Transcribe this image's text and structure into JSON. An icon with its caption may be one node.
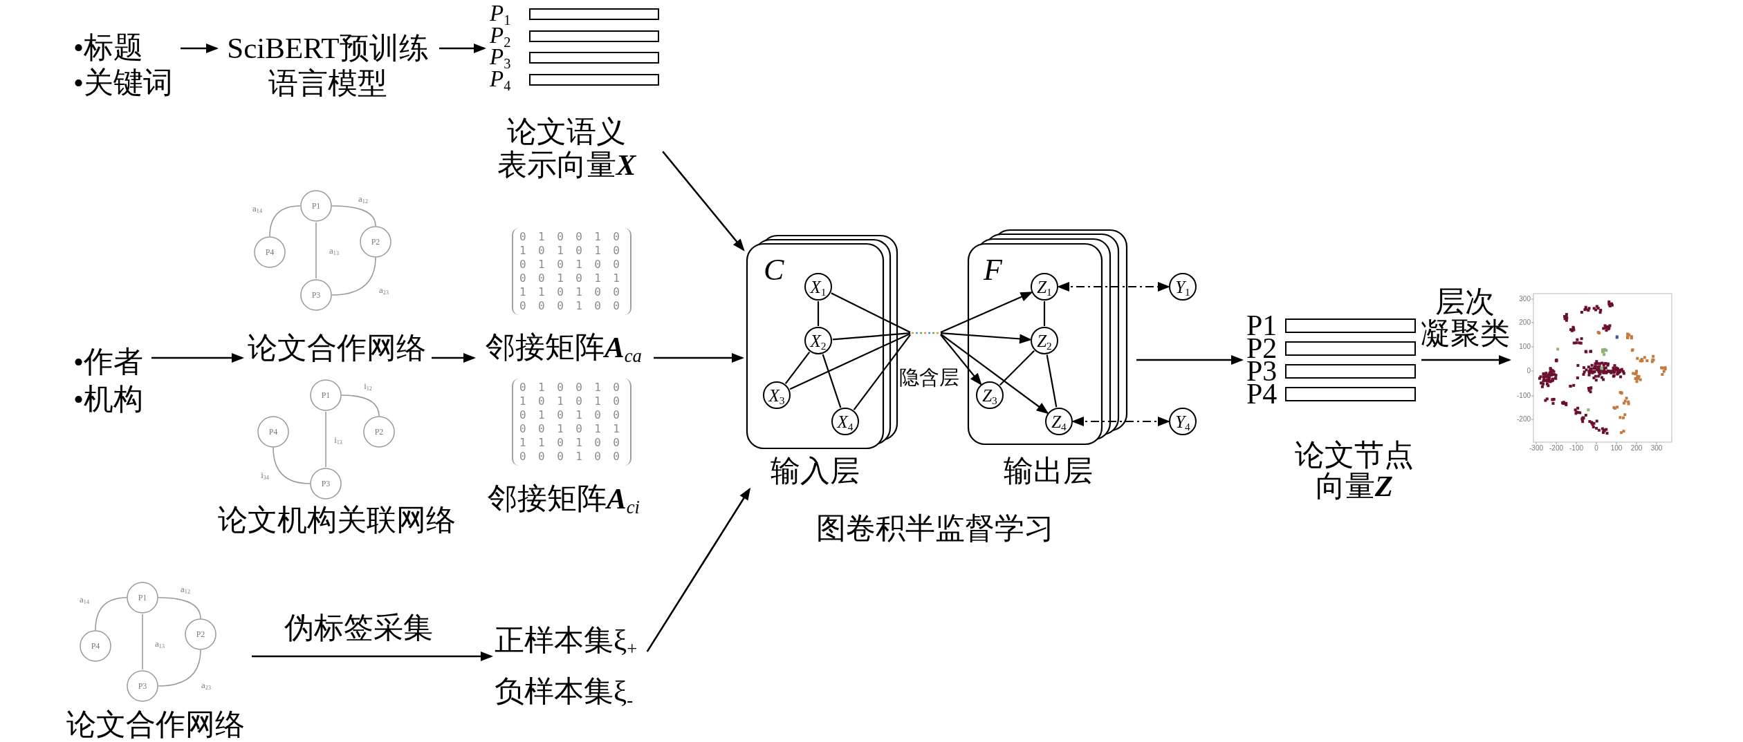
{
  "diagram": {
    "nodes": [
      {
        "text": [
          "•标题",
          "•关键词"
        ]
      },
      {
        "text": [
          "SciBERT预训练语言模型"
        ]
      },
      {
        "text": [
          "*P*$_{1}$",
          "*P*$_{2}$",
          "*P*$_{3}$",
          "*P*$_{4}$",
          "论文语义表示向量**X**"
        ]
      },
      {
        "text": [
          "•作者",
          "•机构"
        ]
      },
      {
        "text": [
          "论文合作网络"
        ]
      },
      {
        "text": [
          "P1"
        ],
        "in": 4
      },
      {
        "text": [
          "P4"
        ],
        "in": 4
      },
      {
        "text": [
          "P2"
        ],
        "in": 4
      },
      {
        "text": [
          "P3"
        ],
        "in": 4
      },
      {
        "text": [
          "论文机构关联网络"
        ]
      },
      {
        "text": [
          "P1"
        ],
        "in": 9
      },
      {
        "text": [
          "P4"
        ],
        "in": 9
      },
      {
        "text": [
          "P2"
        ],
        "in": 9
      },
      {
        "text": [
          "P3"
        ],
        "in": 9
      },
      {
        "text": [
          "0 1 0 0 1 0 1 0 1 0 1 0 0 1 0 1 0 0 0 0 1 0 1 1 1 1 0 1 0 0 0 0 0 1 0 0",
          "邻接矩阵**A**$_{ca}$"
        ]
      },
      {
        "text": [
          "0 1 0 0 1 0 1 0 1 0 1 0 0 1 0 1 0 0 0 0 1 0 1 1 1 1 0 1 0 0 0 0 0 1 0 0",
          "邻接矩阵**A**$_{ci}$"
        ]
      },
      {
        "text": [
          "论文合作网络"
        ]
      },
      {
        "text": [
          "P1"
        ],
        "in": 16
      },
      {
        "text": [
          "P4"
        ],
        "in": 16
      },
      {
        "text": [
          "P2"
        ],
        "in": 16
      },
      {
        "text": [
          "P3"
        ],
        "in": 16
      },
      {
        "text": [
          "正样本集ξ$_{+}$",
          "负样本集ξ$_{-}$"
        ]
      },
      {
        "text": [
          "C",
          "输入层"
        ]
      },
      {
        "text": [
          "*X*$_{1}$"
        ],
        "in": 22
      },
      {
        "text": [
          "*X*$_{2}$"
        ],
        "in": 22
      },
      {
        "text": [
          "*X*$_{3}$"
        ],
        "in": 22
      },
      {
        "text": [
          "*X*$_{4}$"
        ],
        "in": 22
      },
      {
        "text": [],
        "shape": "bar"
      },
      {
        "text": [
          "F",
          "输出层"
        ]
      },
      {
        "text": [
          "*Z*$_{1}$"
        ],
        "in": 28
      },
      {
        "text": [
          "*Z*$_{2}$"
        ],
        "in": 28
      },
      {
        "text": [
          "*Z*$_{3}$"
        ],
        "in": 28
      },
      {
        "text": [
          "*Z*$_{4}$"
        ],
        "in": 28
      },
      {
        "text": [
          "*Y*$_{1}$"
        ]
      },
      {
        "text": [
          "*Y*$_{4}$"
        ]
      },
      {
        "text": [
          "P1",
          "P2",
          "P3",
          "P4",
          "论文节点向量**Z**"
        ]
      },
      {
        "text": [],
        "shape": "picture",
        "beside": [
          "300",
          "200",
          "100",
          "0",
          "-100",
          "-200",
          "-300",
          "-200",
          "-100",
          "0",
          "100",
          "200",
          "300"
        ]
      }
    ],
    "edges": [
      {
        "from": 0,
        "to": 1,
        "arrow": "to"
      },
      {
        "from": 1,
        "to": 2,
        "arrow": "to"
      },
      {
        "from": 2,
        "to": 22,
        "arrow": "to"
      },
      {
        "from": 3,
        "to": 4,
        "arrow": "to"
      },
      {
        "from": 4,
        "to": 14,
        "arrow": "to"
      },
      {
        "from": 14,
        "to": 22,
        "arrow": "to"
      },
      {
        "from": 16,
        "to": 21,
        "arrow": "to",
        "label": "伪标签采集"
      },
      {
        "from": 21,
        "to": 22,
        "arrow": "to"
      },
      {
        "from": 5,
        "to": 6,
        "arrow": "none",
        "label": "a$_{14}$",
        "color": "#9a9a9a"
      },
      {
        "from": 5,
        "to": 7,
        "arrow": "none",
        "label": "a$_{12}$",
        "color": "#9a9a9a"
      },
      {
        "from": 5,
        "to": 8,
        "arrow": "none",
        "label": "a$_{13}$",
        "color": "#9a9a9a"
      },
      {
        "from": 7,
        "to": 8,
        "arrow": "none",
        "label": "a$_{23}$",
        "color": "#9a9a9a"
      },
      {
        "from": 10,
        "to": 12,
        "arrow": "none",
        "label": "i$_{12}$",
        "color": "#9a9a9a"
      },
      {
        "from": 10,
        "to": 13,
        "arrow": "none",
        "label": "i$_{13}$",
        "color": "#9a9a9a"
      },
      {
        "from": 11,
        "to": 13,
        "arrow": "none",
        "label": "i$_{34}$",
        "color": "#9a9a9a"
      },
      {
        "from": 17,
        "to": 18,
        "arrow": "none",
        "label": "a$_{14}$",
        "color": "#9a9a9a"
      },
      {
        "from": 17,
        "to": 19,
        "arrow": "none",
        "label": "a$_{12}$",
        "color": "#9a9a9a"
      },
      {
        "from": 17,
        "to": 20,
        "arrow": "none",
        "label": "a$_{13}$",
        "color": "#9a9a9a"
      },
      {
        "from": 19,
        "to": 20,
        "arrow": "none",
        "label": "a$_{23}$",
        "color": "#9a9a9a"
      },
      {
        "from": 23,
        "to": 24,
        "arrow": "none"
      },
      {
        "from": 24,
        "to": 25,
        "arrow": "none"
      },
      {
        "from": 24,
        "to": 26,
        "arrow": "none"
      },
      {
        "from": 23,
        "to": 27,
        "arrow": "none"
      },
      {
        "from": 24,
        "to": 27,
        "arrow": "none"
      },
      {
        "from": 25,
        "to": 27,
        "arrow": "none"
      },
      {
        "from": 26,
        "to": 27,
        "arrow": "none"
      },
      {
        "from": 27,
        "to": 29,
        "arrow": "to"
      },
      {
        "from": 27,
        "to": 30,
        "arrow": "to"
      },
      {
        "from": 27,
        "to": 31,
        "arrow": "to"
      },
      {
        "from": 27,
        "to": 32,
        "arrow": "to"
      },
      {
        "from": 29,
        "to": 30,
        "arrow": "none"
      },
      {
        "from": 30,
        "to": 31,
        "arrow": "none"
      },
      {
        "from": 30,
        "to": 32,
        "arrow": "none"
      },
      {
        "from": 29,
        "to": 33,
        "arrow": "both",
        "style": "dashed"
      },
      {
        "from": 32,
        "to": 34,
        "arrow": "both",
        "style": "dashed"
      },
      {
        "from": 28,
        "to": 35,
        "arrow": "to"
      },
      {
        "from": 35,
        "to": 36,
        "arrow": "to",
        "label": "层次凝聚类"
      }
    ],
    "labels": [
      "隐含层",
      "图卷积半监督学习"
    ]
  }
}
